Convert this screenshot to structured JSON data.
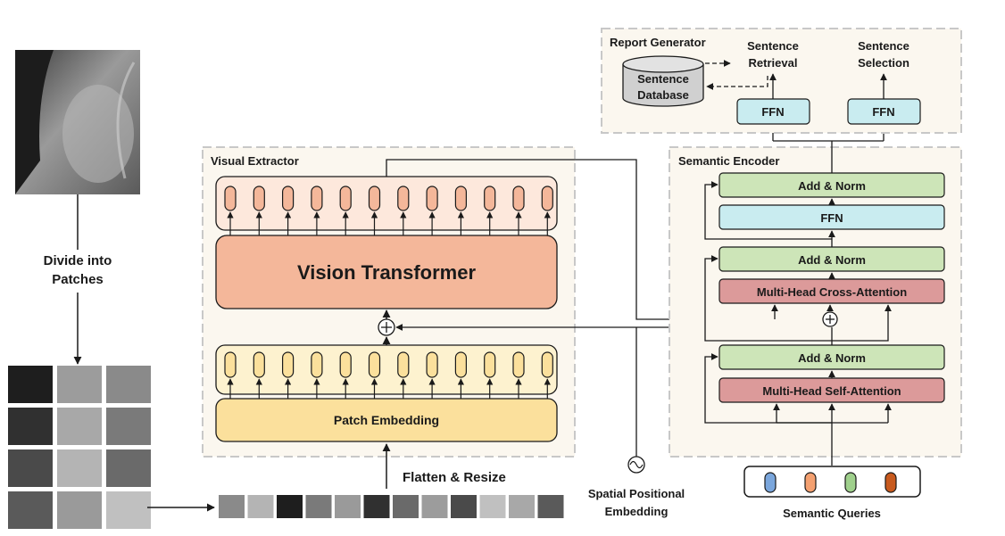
{
  "left": {
    "divide_label_line1": "Divide into",
    "divide_label_line2": "Patches"
  },
  "visual_extractor": {
    "title": "Visual Extractor",
    "vit_label": "Vision Transformer",
    "patch_embedding_label": "Patch Embedding",
    "flatten_label": "Flatten & Resize",
    "token_count": 12
  },
  "positional": {
    "label_line1": "Spatial Positional",
    "label_line2": "Embedding"
  },
  "semantic_encoder": {
    "title": "Semantic Encoder",
    "add_norm_top": "Add & Norm",
    "ffn": "FFN",
    "add_norm_mid": "Add & Norm",
    "cross_attention": "Multi-Head Cross-Attention",
    "add_norm_bottom": "Add & Norm",
    "self_attention": "Multi-Head Self-Attention"
  },
  "queries": {
    "label": "Semantic Queries",
    "colors": [
      "#7aa6dc",
      "#f4a070",
      "#9fd08c",
      "#c85a1e"
    ]
  },
  "report_generator": {
    "title": "Report Generator",
    "database_line1": "Sentence",
    "database_line2": "Database",
    "retrieval_line1": "Sentence",
    "retrieval_line2": "Retrieval",
    "selection_line1": "Sentence",
    "selection_line2": "Selection",
    "ffn_left": "FFN",
    "ffn_right": "FFN"
  },
  "colors": {
    "panel_bg": "#fbf7ef",
    "panel_border": "#c8c8c8",
    "vit_fill": "#f4b79a",
    "vit_tokens_bg": "#fde8dc",
    "patch_fill": "#fbe09c",
    "patch_tokens_bg": "#fdf2cf",
    "green": "#cde5b8",
    "cyan": "#c9ecf0",
    "red": "#dc9a9a"
  }
}
